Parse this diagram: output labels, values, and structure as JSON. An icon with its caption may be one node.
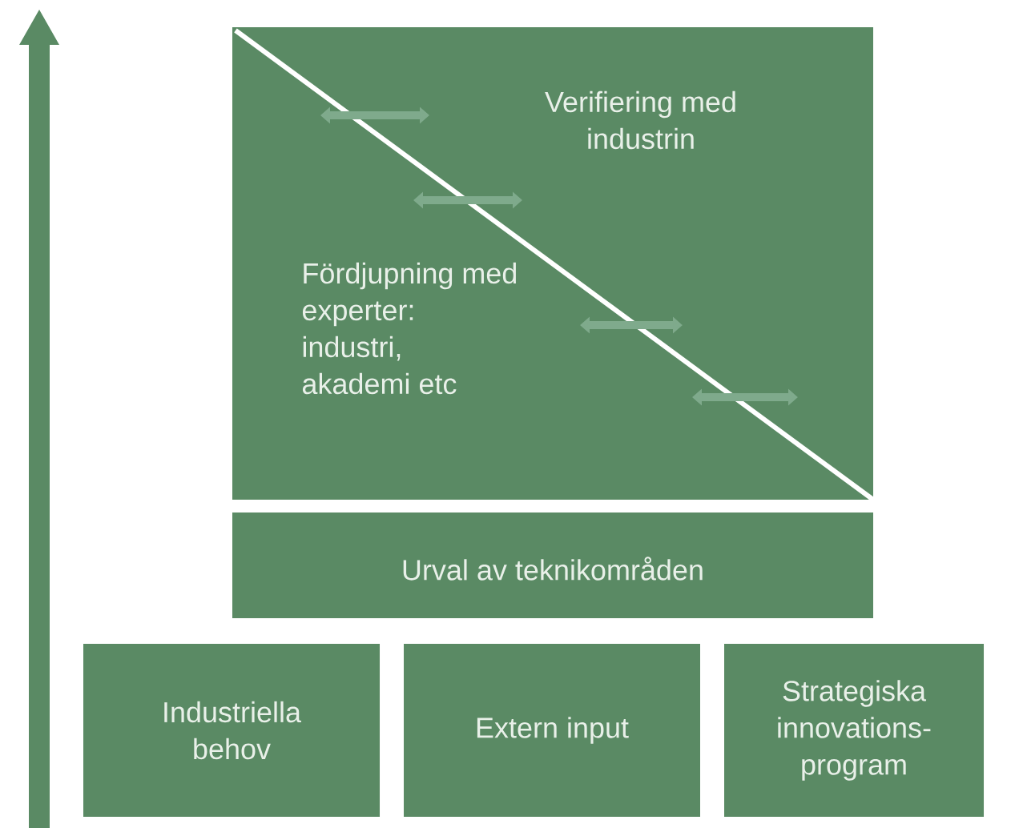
{
  "diagram": {
    "nodes": [
      {
        "text": [
          "Verifiering med industrin",
          "Fördjupning med experter: industri, akademi etc"
        ]
      },
      {
        "text": [
          "Urval av teknikområden"
        ]
      },
      {
        "text": [
          "Industriella behov"
        ]
      },
      {
        "text": [
          "Extern input"
        ]
      },
      {
        "text": [
          "Strategiska innovations-program"
        ]
      }
    ]
  }
}
